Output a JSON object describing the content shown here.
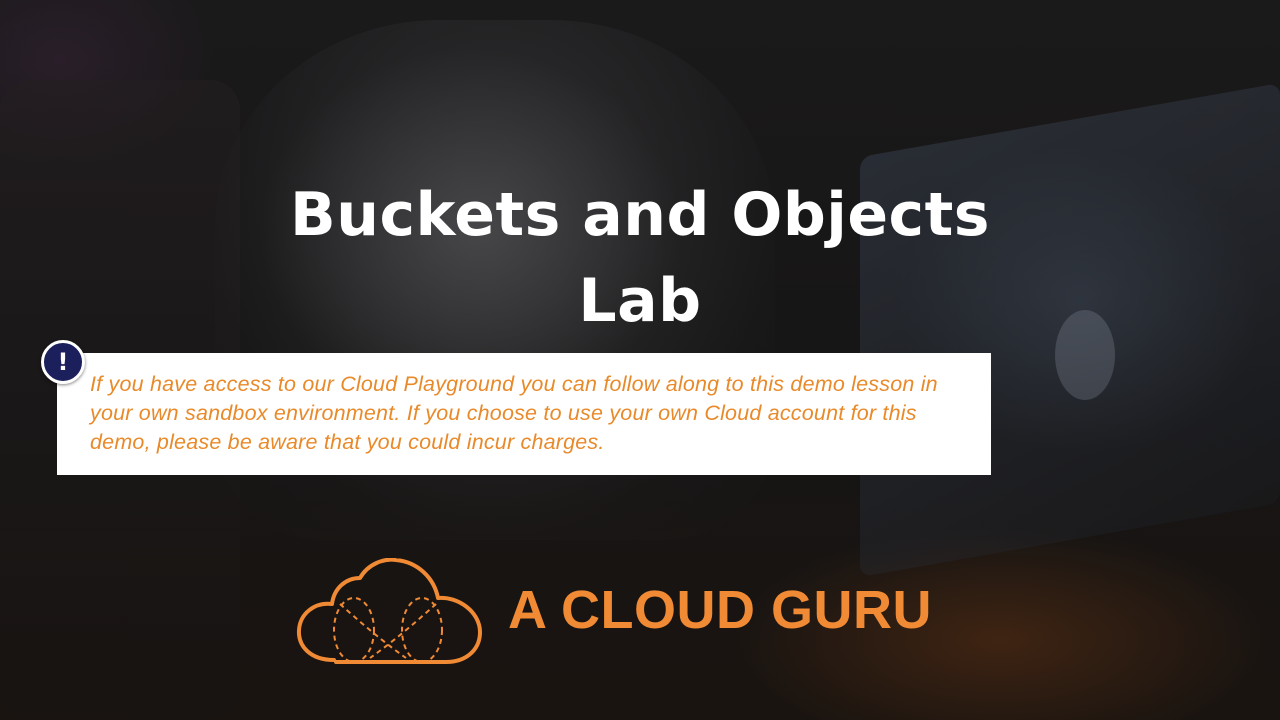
{
  "slide": {
    "title_line1": "Buckets and Objects",
    "title_line2": "Lab",
    "notice": {
      "icon": "exclamation-icon",
      "icon_glyph": "!",
      "text": "If you have access to our Cloud Playground you can follow along to this demo lesson in your own sandbox environment. If you choose to use your own Cloud account for this demo, please be aware that you could incur charges."
    },
    "brand": {
      "name": "A CLOUD GURU",
      "icon": "cloud-logo-icon"
    }
  },
  "colors": {
    "title": "#ffffff",
    "notice_background": "#ffffff",
    "notice_text": "#e98a2a",
    "alert_icon_background": "#1b1f5c",
    "brand_orange": "#f08a34"
  }
}
